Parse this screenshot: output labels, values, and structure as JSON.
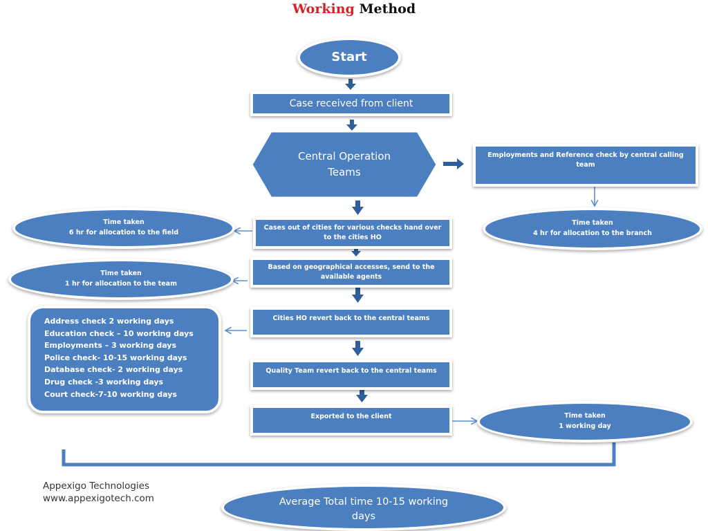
{
  "title": {
    "part1": "Working",
    "part2": "Method"
  },
  "nodes": {
    "start": "Start",
    "case_received": "Case received from client",
    "central_ops": [
      "Central Operation",
      "Teams"
    ],
    "employments_ref": "Employments and Reference check by central calling team",
    "time_branch": [
      "Time taken",
      "4 hr for allocation to the branch"
    ],
    "cases_out": "Cases out of cities for various checks hand over to the cities HO",
    "time_field": [
      "Time taken",
      "6 hr for allocation to the field"
    ],
    "geo_access": "Based on geographical accesses, send to the available agents",
    "time_team": [
      "Time taken",
      "1 hr for allocation to the team"
    ],
    "cities_ho": "Cities HO revert back to the central teams",
    "checks": [
      "Address check 2 working days",
      "Education check – 10 working days",
      "Employments – 3 working days",
      "Police check- 10-15 working days",
      "Database check- 2 working days",
      "Drug check -3 working days",
      "Court check-7-10 working days"
    ],
    "quality_team": "Quality Team revert back to the central teams",
    "exported": "Exported to the client",
    "time_day": [
      "Time taken",
      "1 working day"
    ],
    "average": [
      "Average Total time 10-15 working",
      "days"
    ]
  },
  "footer": {
    "company": "Appexigo Technologies",
    "website": "www.appexigotech.com"
  },
  "colors": {
    "box": "#4b7fc0",
    "arrow": "#2f5f9a",
    "thin_arrow": "#5a8fcf",
    "title_accent": "#d2232a"
  }
}
